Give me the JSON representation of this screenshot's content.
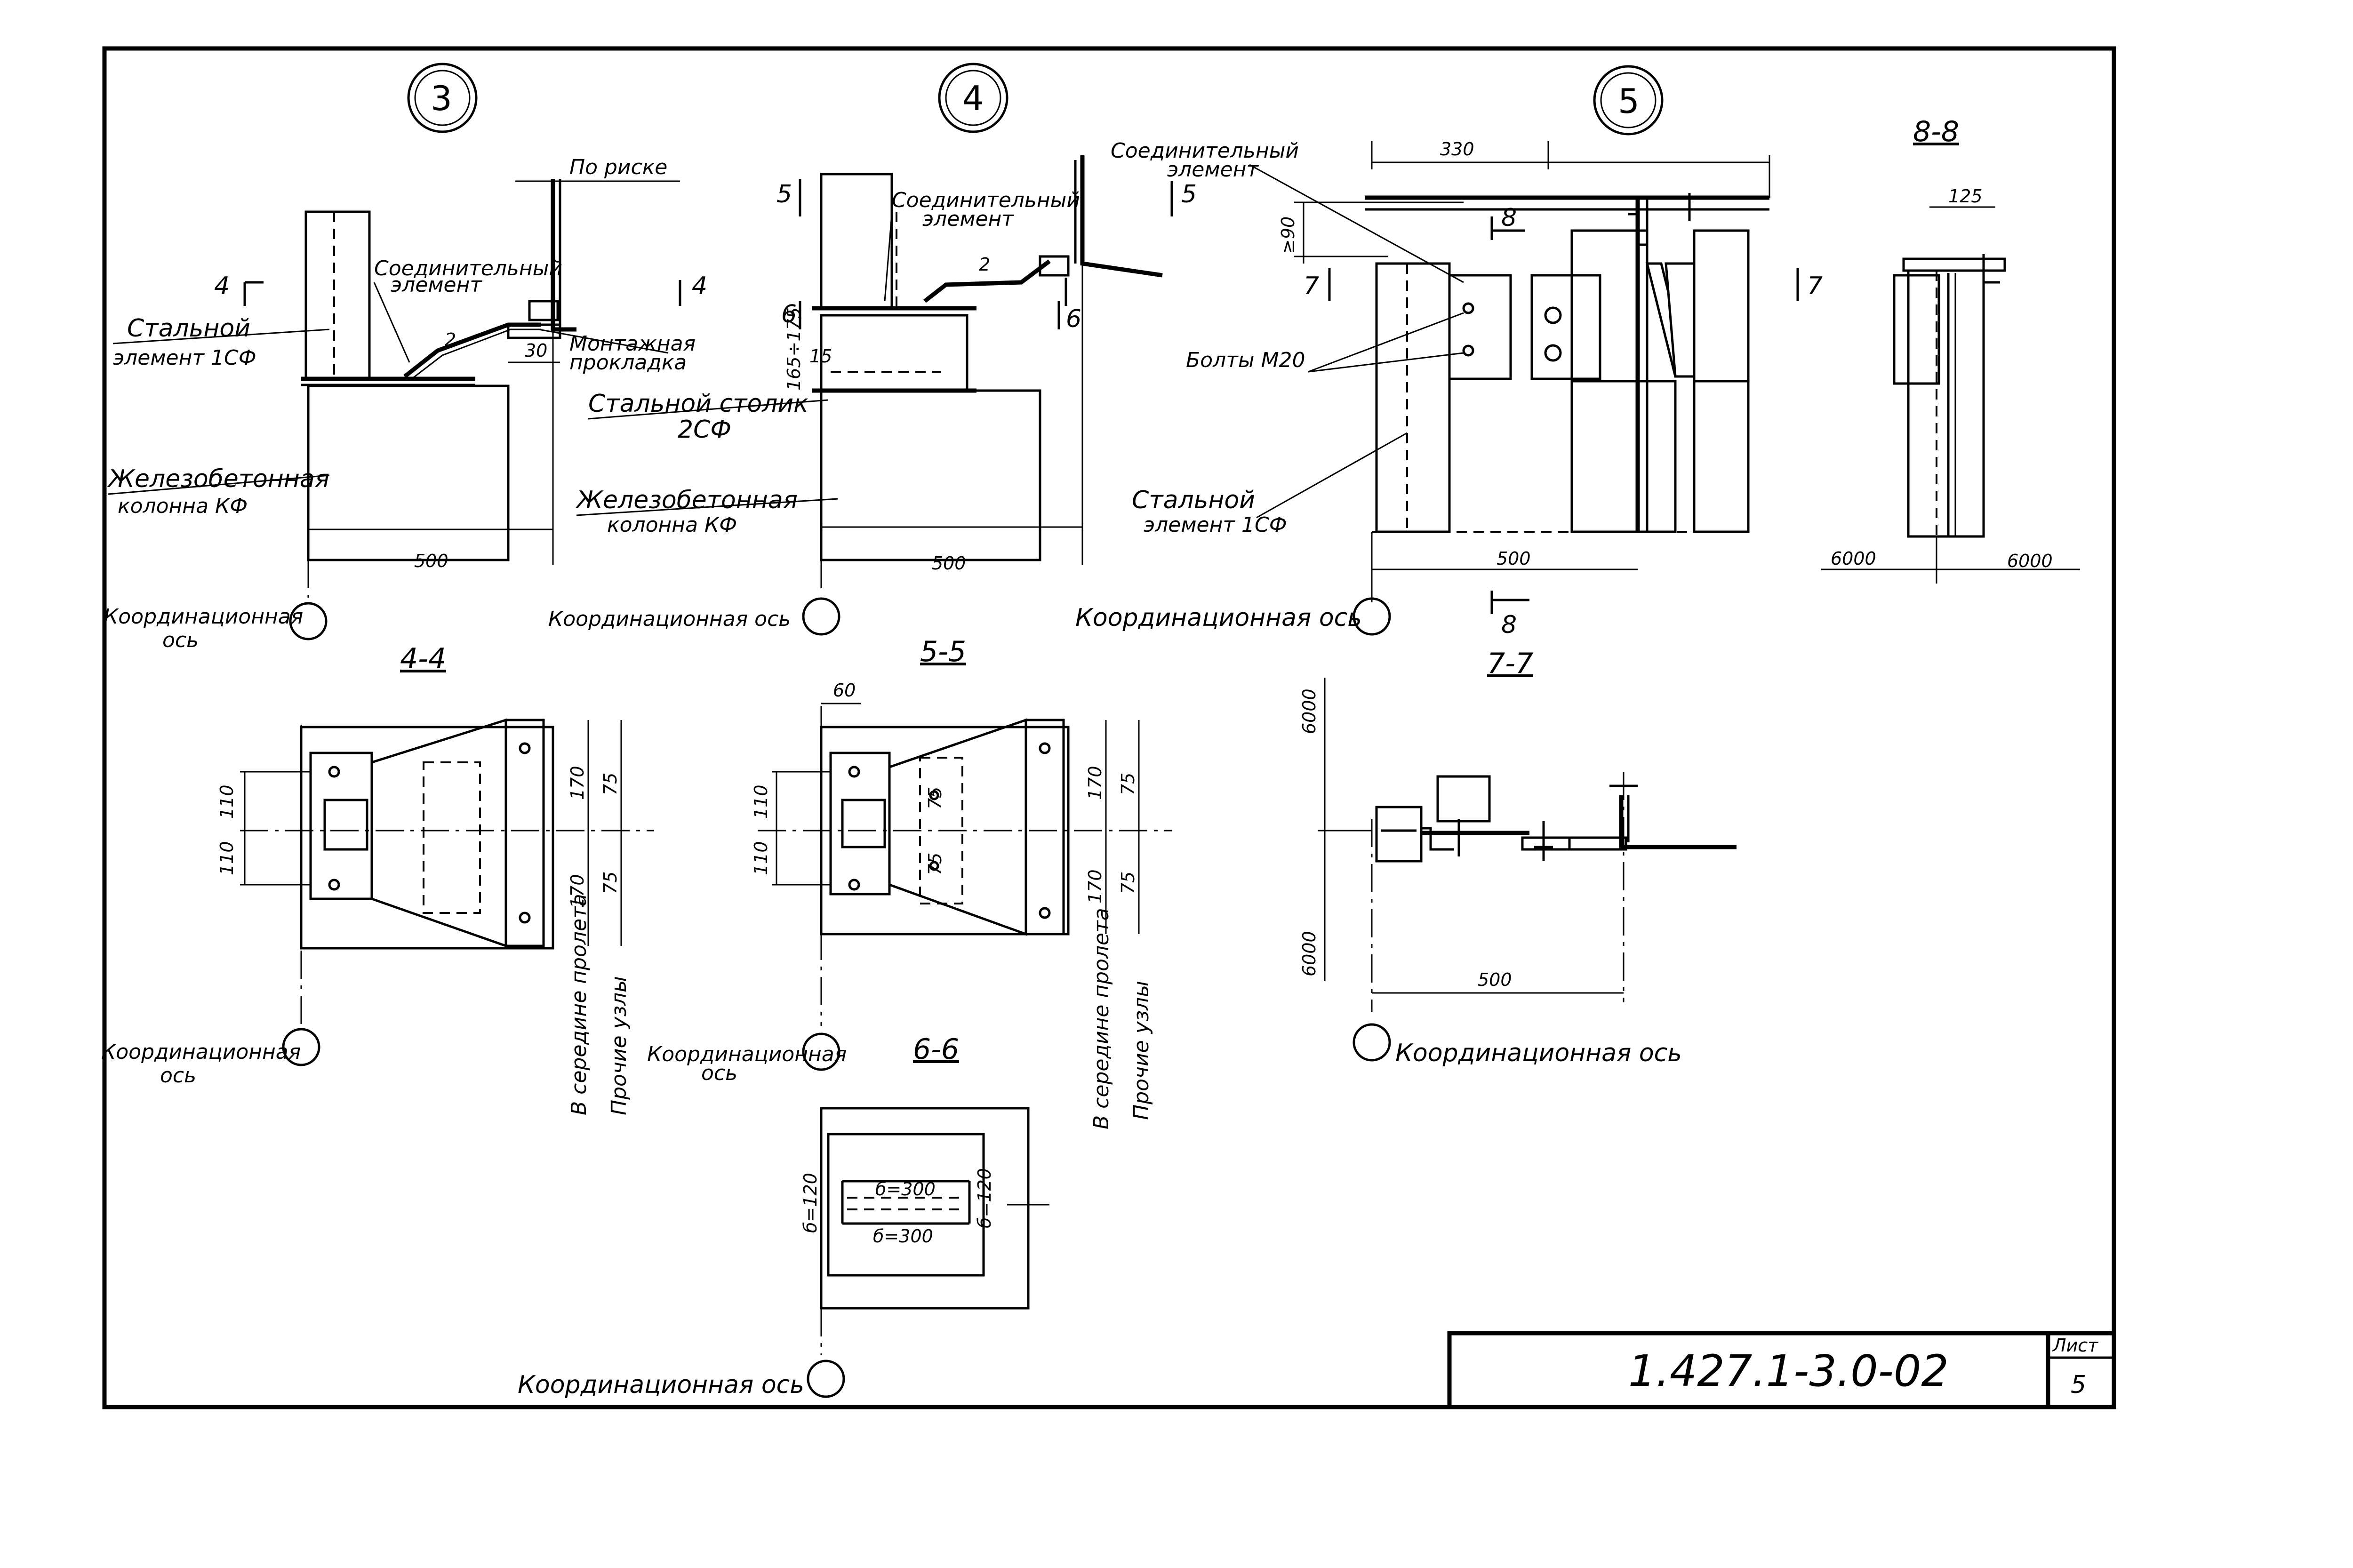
{
  "detail_markers": [
    "3",
    "4",
    "5"
  ],
  "section_titles": {
    "s88": "8-8",
    "s44": "4-4",
    "s55": "5-5",
    "s77": "7-7",
    "s66": "6-6"
  },
  "labels": {
    "po_riske": "По риске",
    "soed_elem_a": "Соединительный",
    "soed_elem_b": "элемент",
    "stal_elem_a": "Стальной",
    "stal_elem_b": "элемент 1СФ",
    "montazh_a": "Монтажная",
    "montazh_b": "прокладка",
    "stal_stolik_a": "Стальной столик",
    "stal_stolik_b": "2СФ",
    "zhb_a": "Железобетонная",
    "zhb_b": "колонна КФ",
    "bolty": "Болты М20",
    "koord_a": "Координационная",
    "koord_b": "ось",
    "koord_full": "Координационная ось",
    "v_seredine": "В середине пролета",
    "prochie": "Прочие узлы"
  },
  "section_marks": [
    "4",
    "5",
    "6",
    "7",
    "8"
  ],
  "dimensions": {
    "d500": "500",
    "d330": "330",
    "d125": "125",
    "d6000": "6000",
    "d30": "30",
    "d2": "2",
    "d15": "15",
    "d90": "≥90",
    "d1655": "165÷175",
    "d60": "60",
    "d110": "110",
    "d170": "170",
    "d75": "75",
    "b120": "б=120",
    "b300": "б=300"
  },
  "title_block": {
    "code": "1.427.1-3.0-02",
    "sheet_label": "Лист",
    "sheet_number": "5"
  }
}
